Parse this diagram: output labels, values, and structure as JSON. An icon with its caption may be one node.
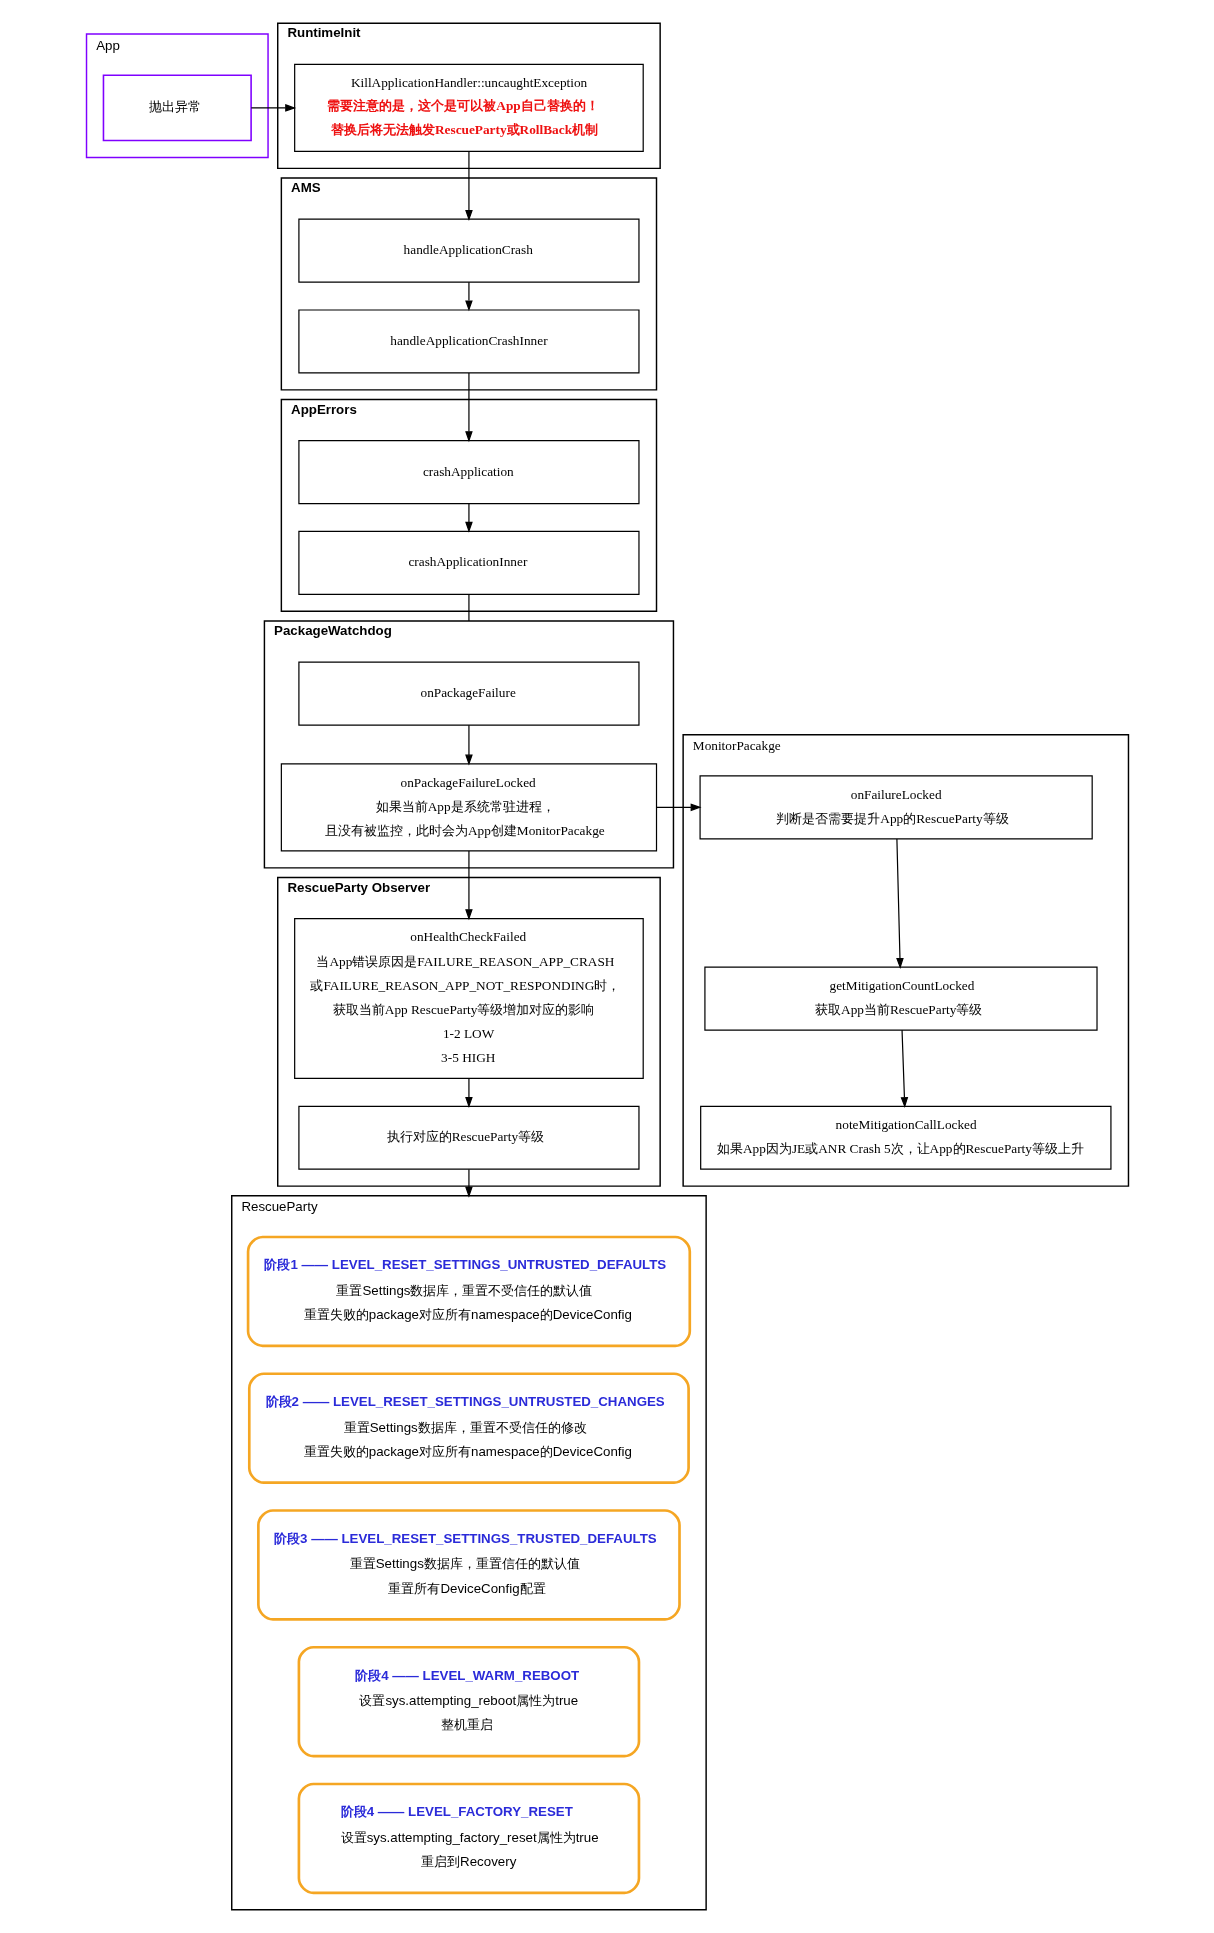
{
  "diagram": {
    "nodes": [
      {
        "text": [
          "App"
        ]
      },
      {
        "text": [
          "抛出异常"
        ],
        "in": 0
      },
      {
        "text": [
          "RuntimeInit"
        ]
      },
      {
        "text": [
          "KillApplicationHandler::uncaughtException",
          "需要注意的是，这个是可以被App自己替换的！",
          "替换后将无法触发RescueParty或RollBack机制"
        ],
        "in": 2
      },
      {
        "text": [
          "AMS"
        ]
      },
      {
        "text": [
          "handleApplicationCrash"
        ],
        "in": 4
      },
      {
        "text": [
          "handleApplicationCrashInner"
        ],
        "in": 4
      },
      {
        "text": [
          "AppErrors"
        ]
      },
      {
        "text": [
          "crashApplication"
        ],
        "in": 7
      },
      {
        "text": [
          "crashApplicationInner"
        ],
        "in": 7
      },
      {
        "text": [
          "PackageWatchdog"
        ]
      },
      {
        "text": [
          "onPackageFailure"
        ],
        "in": 10
      },
      {
        "text": [
          "onPackageFailureLocked",
          "如果当前App是系统常驻进程，",
          "且没有被监控，此时会为App创建MonitorPacakge"
        ],
        "in": 10
      },
      {
        "text": [
          "MonitorPacakge"
        ]
      },
      {
        "text": [
          "onFailureLocked",
          "判断是否需要提升App的RescueParty等级"
        ],
        "in": 13
      },
      {
        "text": [
          "getMitigationCountLocked",
          "获取App当前RescueParty等级"
        ],
        "in": 13
      },
      {
        "text": [
          "noteMitigationCallLocked",
          "如果App因为JE或ANR Crash 5次，让App的RescueParty等级上升"
        ],
        "in": 13
      },
      {
        "text": [
          "RescueParty Observer"
        ]
      },
      {
        "text": [
          "onHealthCheckFailed",
          "当App错误原因是FAILURE_REASON_APP_CRASH",
          "或FAILURE_REASON_APP_NOT_RESPONDING时，",
          "获取当前App RescueParty等级增加对应的影响",
          "1-2 LOW",
          "3-5 HIGH"
        ],
        "in": 17
      },
      {
        "text": [
          "执行对应的RescueParty等级"
        ],
        "in": 17
      },
      {
        "text": [
          "RescueParty"
        ]
      },
      {
        "text": [
          "阶段1 —— LEVEL_RESET_SETTINGS_UNTRUSTED_DEFAULTS",
          "重置Settings数据库，重置不受信任的默认值",
          "重置失败的package对应所有namespace的DeviceConfig"
        ],
        "in": 20
      },
      {
        "text": [
          "阶段2 —— LEVEL_RESET_SETTINGS_UNTRUSTED_CHANGES",
          "重置Settings数据库，重置不受信任的修改",
          "重置失败的package对应所有namespace的DeviceConfig"
        ],
        "in": 20
      },
      {
        "text": [
          "阶段3 —— LEVEL_RESET_SETTINGS_TRUSTED_DEFAULTS",
          "重置Settings数据库，重置信任的默认值",
          "重置所有DeviceConfig配置"
        ],
        "in": 20
      },
      {
        "text": [
          "阶段4 —— LEVEL_WARM_REBOOT",
          "设置sys.attempting_reboot属性为true",
          "整机重启"
        ],
        "in": 20
      },
      {
        "text": [
          "阶段4 —— LEVEL_FACTORY_RESET",
          "设置sys.attempting_factory_reset属性为true",
          "重启到Recovery"
        ],
        "in": 20
      }
    ],
    "edges": [
      {
        "from": 1,
        "to": 3,
        "arrow": "to"
      },
      {
        "from": 3,
        "to": 5,
        "arrow": "to"
      },
      {
        "from": 5,
        "to": 6,
        "arrow": "to"
      },
      {
        "from": 6,
        "to": 8,
        "arrow": "to"
      },
      {
        "from": 8,
        "to": 9,
        "arrow": "to"
      },
      {
        "from": 9,
        "to": 10,
        "arrow": "none"
      },
      {
        "from": 11,
        "to": 12,
        "arrow": "to"
      },
      {
        "from": 12,
        "to": 14,
        "arrow": "to"
      },
      {
        "from": 14,
        "to": 15,
        "arrow": "to"
      },
      {
        "from": 15,
        "to": 16,
        "arrow": "to"
      },
      {
        "from": 12,
        "to": 18,
        "arrow": "to"
      },
      {
        "from": 18,
        "to": 19,
        "arrow": "to"
      },
      {
        "from": 19,
        "to": 20,
        "arrow": "to"
      }
    ]
  }
}
